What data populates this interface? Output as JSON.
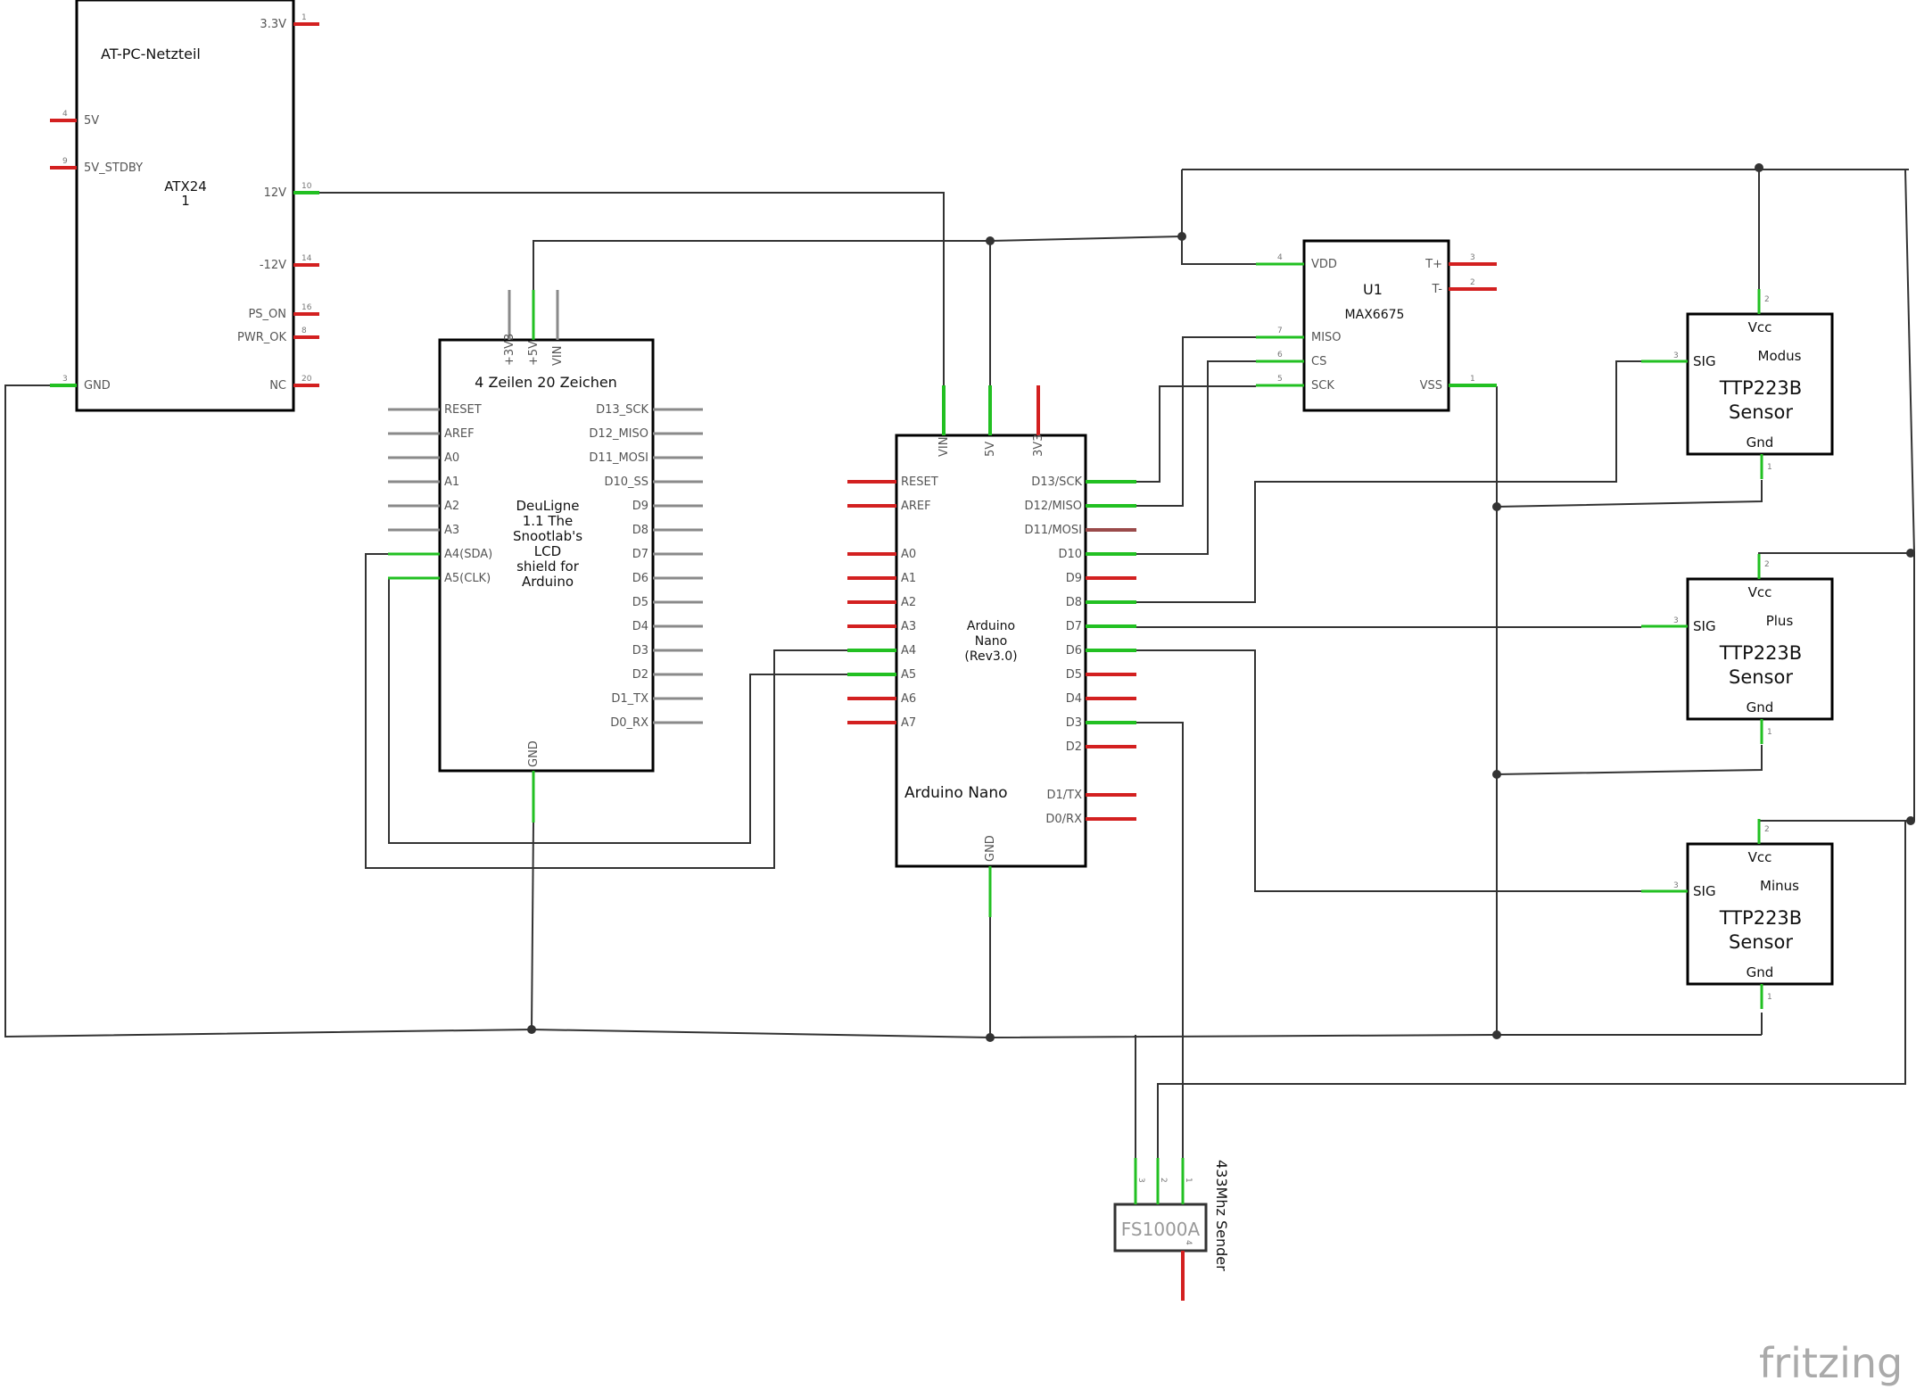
{
  "atx": {
    "title": "AT-PC-Netzteil",
    "name_line1": "ATX24",
    "name_line2": "1",
    "pins_left": [
      {
        "label": "5V",
        "num": "4"
      },
      {
        "label": "5V_STDBY",
        "num": "9"
      },
      {
        "label": "GND",
        "num": "3"
      }
    ],
    "pins_right": [
      {
        "label": "3.3V",
        "num": "1"
      },
      {
        "label": "12V",
        "num": "10"
      },
      {
        "label": "-12V",
        "num": "14"
      },
      {
        "label": "PS_ON",
        "num": "16"
      },
      {
        "label": "PWR_OK",
        "num": "8"
      },
      {
        "label": "NC",
        "num": "20"
      }
    ]
  },
  "lcd": {
    "title": "4 Zeilen 20 Zeichen",
    "desc": [
      "DeuLigne",
      "1.1 The",
      "Snootlab's",
      "LCD",
      "shield for",
      "Arduino"
    ],
    "top_pins": [
      "+3V3",
      "+5V",
      "VIN"
    ],
    "left_pins": [
      "RESET",
      "AREF",
      "A0",
      "A1",
      "A2",
      "A3",
      "A4(SDA)",
      "A5(CLK)"
    ],
    "right_pins": [
      "D13_SCK",
      "D12_MISO",
      "D11_MOSI",
      "D10_SS",
      "D9",
      "D8",
      "D7",
      "D6",
      "D5",
      "D4",
      "D3",
      "D2",
      "D1_TX",
      "D0_RX"
    ],
    "bottom_pin": "GND"
  },
  "nano": {
    "title": "Arduino Nano",
    "desc": [
      "Arduino",
      "Nano",
      "(Rev3.0)"
    ],
    "top_pins": [
      "VIN",
      "5V",
      "3V3"
    ],
    "left_pins": [
      "RESET",
      "AREF",
      "A0",
      "A1",
      "A2",
      "A3",
      "A4",
      "A5",
      "A6",
      "A7"
    ],
    "right_pins": [
      "D13/SCK",
      "D12/MISO",
      "D11/MOSI",
      "D10",
      "D9",
      "D8",
      "D7",
      "D6",
      "D5",
      "D4",
      "D3",
      "D2",
      "D1/TX",
      "D0/RX"
    ],
    "bottom_pin": "GND"
  },
  "max": {
    "name": "U1",
    "part": "MAX6675",
    "left_pins": [
      {
        "label": "VDD",
        "num": "4"
      },
      {
        "label": "MISO",
        "num": "7"
      },
      {
        "label": "CS",
        "num": "6"
      },
      {
        "label": "SCK",
        "num": "5"
      }
    ],
    "right_pins": [
      {
        "label": "T+",
        "num": "3"
      },
      {
        "label": "T-",
        "num": "2"
      },
      {
        "label": "VSS",
        "num": "1"
      }
    ]
  },
  "sensors": [
    {
      "name": "Modus",
      "line1": "TTP223B",
      "line2": "Sensor",
      "vcc": "Vcc",
      "sig": "SIG",
      "gnd": "Gnd",
      "vcc_num": "2",
      "sig_num": "3",
      "gnd_num": "1"
    },
    {
      "name": "Plus",
      "line1": "TTP223B",
      "line2": "Sensor",
      "vcc": "Vcc",
      "sig": "SIG",
      "gnd": "Gnd",
      "vcc_num": "2",
      "sig_num": "3",
      "gnd_num": "1"
    },
    {
      "name": "Minus",
      "line1": "TTP223B",
      "line2": "Sensor",
      "vcc": "Vcc",
      "sig": "SIG",
      "gnd": "Gnd",
      "vcc_num": "2",
      "sig_num": "3",
      "gnd_num": "1"
    }
  ],
  "sender": {
    "part": "FS1000A",
    "label": "433Mhz Sender",
    "pin_nums": [
      "3",
      "2",
      "1",
      "4"
    ]
  },
  "brand": "fritzing",
  "colors": {
    "pin_connected": "#22c022",
    "pin_open": "#d32020",
    "pin_gray": "#8a8a8a",
    "wire": "#333333"
  }
}
